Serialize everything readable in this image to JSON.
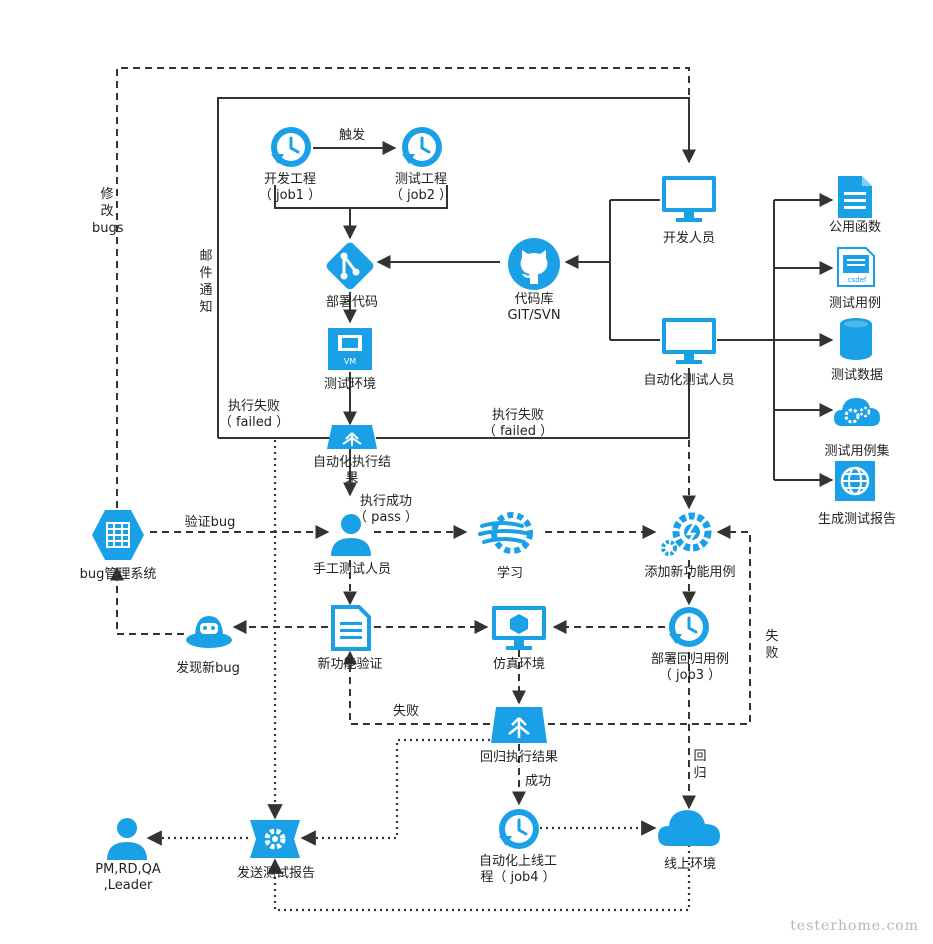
{
  "diagram": {
    "accent": "#1aa0e6",
    "nodes": {
      "dev_project": [
        "开发工程",
        "（ job1 ）"
      ],
      "test_project": [
        "测试工程",
        "（ job2 ）"
      ],
      "trigger": "触发",
      "deploy_code": "部署代码",
      "repo": [
        "代码库",
        "GIT/SVN"
      ],
      "developer": "开发人员",
      "auto_tester": "自动化测试人员",
      "test_env": "测试环境",
      "auto_result": [
        "自动化执行结",
        "果"
      ],
      "common_func": "公用函数",
      "test_case": "测试用例",
      "test_data": "测试数据",
      "test_suite": "测试用例集",
      "gen_report": "生成测试报告",
      "bug_system": "bug管理系统",
      "manual_tester": "手工测试人员",
      "learn": "学习",
      "add_case": "添加新功能用例",
      "find_bug": "发现新bug",
      "verify_feature": "新功能验证",
      "sim_env": "仿真环境",
      "deploy_regression": [
        "部署回归用例",
        "（ job3 ）"
      ],
      "regression_result": "回归执行结果",
      "auto_online": [
        "自动化上线工",
        "程（ job4 ）"
      ],
      "online_env": "线上环境",
      "send_report": "发送测试报告",
      "stakeholders": [
        "PM,RD,QA",
        ",Leader"
      ]
    },
    "edge_labels": {
      "fix_bugs": [
        "修",
        "改",
        "bugs"
      ],
      "mail_notify": [
        "邮",
        "件",
        "通",
        "知"
      ],
      "exec_fail_left": [
        "执行失败",
        "（ failed ）"
      ],
      "exec_fail_right": [
        "执行失败",
        "（ failed ）"
      ],
      "exec_success": [
        "执行成功",
        "（ pass ）"
      ],
      "verify_bug": "验证bug",
      "fail_right": [
        "失",
        "败"
      ],
      "fail_bottom": "失败",
      "success": "成功",
      "regress": [
        "回",
        "归"
      ]
    },
    "icon_text": {
      "vm": "VM",
      "csdef": ".csdef"
    },
    "watermark": "testerhome.com"
  }
}
